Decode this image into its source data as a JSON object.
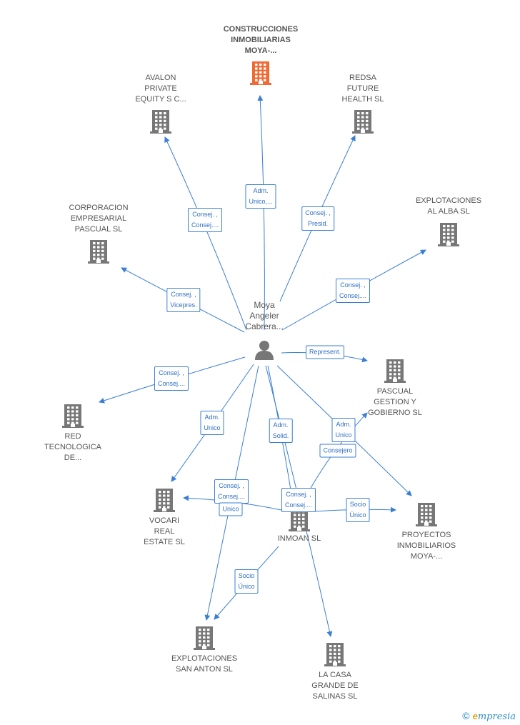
{
  "center": {
    "label": "Moya\nAngeler\nCabrera..."
  },
  "companies": [
    {
      "id": "construcciones",
      "label": "CONSTRUCCIONES\nINMOBILIARIAS\nMOYA-...",
      "highlight": true
    },
    {
      "id": "avalon",
      "label": "AVALON\nPRIVATE\nEQUITY S C..."
    },
    {
      "id": "redsa",
      "label": "REDSA\nFUTURE\nHEALTH SL"
    },
    {
      "id": "corporacion",
      "label": "CORPORACION\nEMPRESARIAL\nPASCUAL SL"
    },
    {
      "id": "explotaciones_alba",
      "label": "EXPLOTACIONES\nAL ALBA SL"
    },
    {
      "id": "pascual",
      "label": "PASCUAL\nGESTION Y\nGOBIERNO SL"
    },
    {
      "id": "red",
      "label": "RED\nTECNOLOGICA\nDE..."
    },
    {
      "id": "vocari",
      "label": "VOCARI\nREAL\nESTATE SL"
    },
    {
      "id": "inmoan",
      "label": "INMOAN SL"
    },
    {
      "id": "proyectos",
      "label": "PROYECTOS\nINMOBILIARIOS\nMOYA-..."
    },
    {
      "id": "san_anton",
      "label": "EXPLOTACIONES\nSAN ANTON SL"
    },
    {
      "id": "la_casa",
      "label": "LA CASA\nGRANDE DE\nSALINAS SL"
    }
  ],
  "edges": [
    {
      "from": "person",
      "to": "construcciones",
      "label": "Adm.\nUnico,..."
    },
    {
      "from": "person",
      "to": "avalon",
      "label": "Consej. ,\nConsej...."
    },
    {
      "from": "person",
      "to": "redsa",
      "label": "Consej. ,\nPresid."
    },
    {
      "from": "person",
      "to": "corporacion",
      "label": "Consej. ,\nVicepres."
    },
    {
      "from": "person",
      "to": "explotaciones_alba",
      "label": "Consej. ,\nConsej...."
    },
    {
      "from": "person",
      "to": "pascual",
      "label": "Represent."
    },
    {
      "from": "person",
      "to": "red",
      "label": "Consej. ,\nConsej...."
    },
    {
      "from": "person",
      "to": "vocari",
      "label": "Adm.\nUnico"
    },
    {
      "from": "person",
      "to": "inmoan",
      "label": "Adm.\nSolid."
    },
    {
      "from": "person",
      "to": "proyectos",
      "label": "Adm.\nUnico"
    },
    {
      "from": "person",
      "to": "pascual",
      "label": "Consejero"
    },
    {
      "from": "person",
      "to": "san_anton",
      "label": "Consej. ,\nConsej...."
    },
    {
      "from": "person",
      "to": "la_casa",
      "label": "Consej. ,\nConsej...."
    },
    {
      "from": "inmoan",
      "to": "vocari",
      "label": "Unico"
    },
    {
      "from": "inmoan",
      "to": "proyectos",
      "label": "Socio\nÚnico"
    },
    {
      "from": "inmoan",
      "to": "san_anton",
      "label": "Socio\nÚnico"
    }
  ],
  "colors": {
    "edge": "#3a7fd5",
    "building": "#777777",
    "building_highlight": "#f06a35",
    "person": "#777777"
  },
  "brand": {
    "copyright": "©",
    "initial": "e",
    "name": "mpresia"
  }
}
